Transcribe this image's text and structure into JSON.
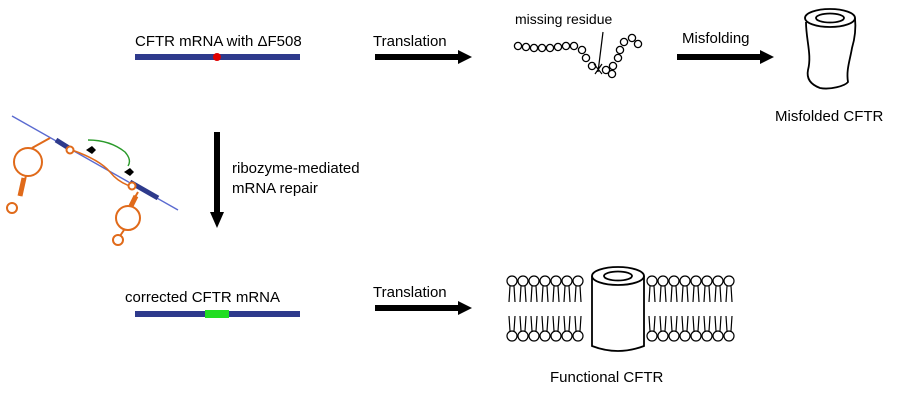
{
  "labels": {
    "mrna_top": "CFTR mRNA with ΔF508",
    "translation_top": "Translation",
    "missing_residue": "missing residue",
    "misfolding": "Misfolding",
    "misfolded_cftr": "Misfolded CFTR",
    "repair_line1": "ribozyme-mediated",
    "repair_line2": "mRNA repair",
    "mrna_corrected": "corrected CFTR mRNA",
    "translation_bottom": "Translation",
    "functional_cftr": "Functional CFTR"
  },
  "colors": {
    "mrna_bar": "#2e3a8c",
    "mutation_dot": "#e00000",
    "corrected_segment": "#22dd22",
    "ribozyme": "#e06a1a",
    "strand_line": "#5a6ad0",
    "green_strand": "#2a9a2a",
    "arrow": "#000000"
  }
}
